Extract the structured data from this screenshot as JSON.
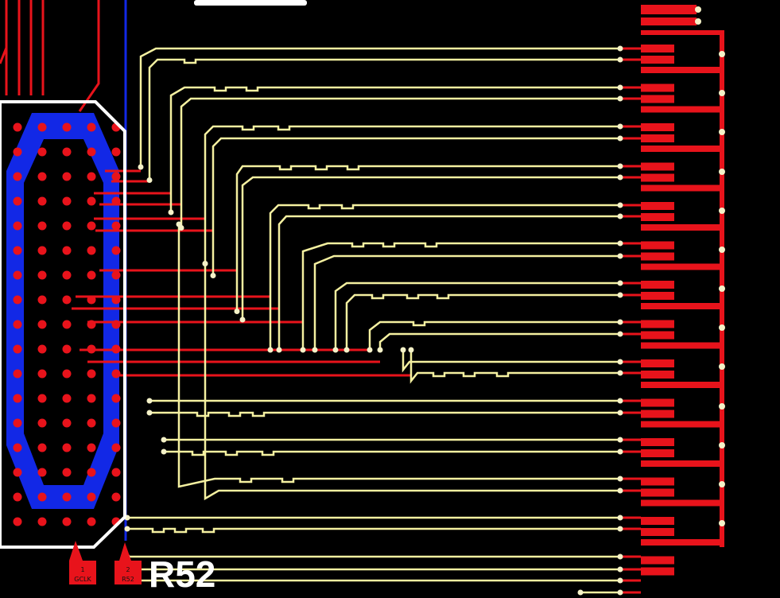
{
  "board": {
    "designator": "R52",
    "pad1_number": "1",
    "pad1_net": "GCLK",
    "pad2_number": "2",
    "pad2_net": "R52"
  },
  "colors": {
    "background": "#000000",
    "top_copper": "#e8131b",
    "bottom_copper": "#1228e6",
    "signal_trace": "#f4f0a0",
    "silkscreen": "#ffffff",
    "via": "#f5f2c8"
  }
}
